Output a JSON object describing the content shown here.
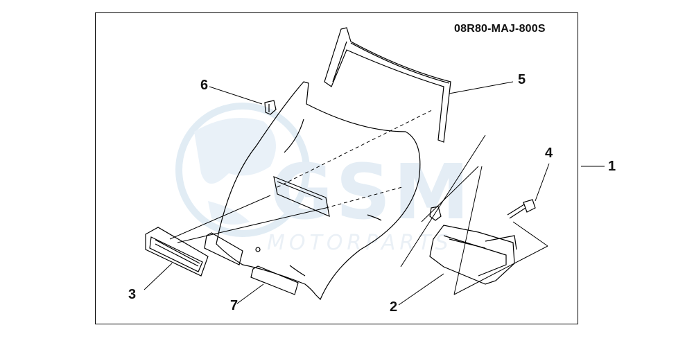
{
  "diagram": {
    "part_code": "08R80-MAJ-800S",
    "watermark": "MOTORPARTS",
    "callouts": [
      {
        "label": "1"
      },
      {
        "label": "2"
      },
      {
        "label": "3"
      },
      {
        "label": "4"
      },
      {
        "label": "5"
      },
      {
        "label": "6"
      },
      {
        "label": "7"
      }
    ]
  },
  "colors": {
    "watermark": "#d7e6f1",
    "watermark_text": "#e7eef5",
    "line": "#000000"
  }
}
